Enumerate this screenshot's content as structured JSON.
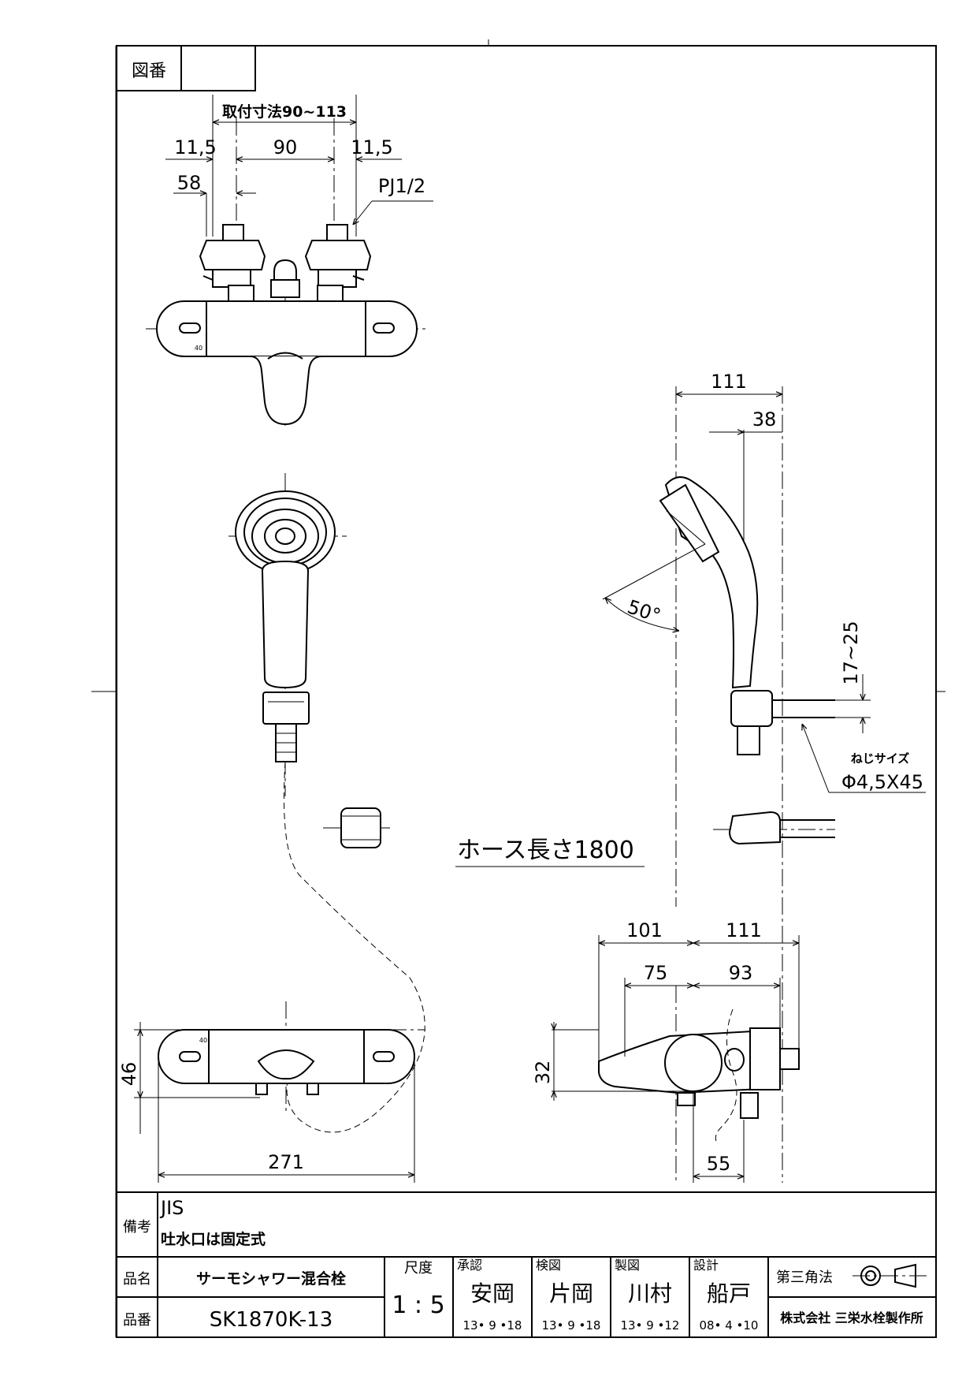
{
  "header": {
    "drawing_no_label": "図番",
    "drawing_no_value": ""
  },
  "dimensions": {
    "mount": "取付寸法90~113",
    "left_offset": "11,5",
    "center": "90",
    "right_offset": "11,5",
    "left_58": "58",
    "pipe": "PJ1/2",
    "side_111": "111",
    "side_38": "38",
    "angle": "50°",
    "wall_17_25": "17~25",
    "screw_label": "ねじサイズ",
    "screw_size": "Φ4,5X45",
    "hose_length": "ホース長さ1800",
    "bottom_101": "101",
    "bottom_111": "111",
    "bottom_75": "75",
    "bottom_93": "93",
    "height_46": "46",
    "height_32": "32",
    "width_271": "271",
    "depth_55": "55",
    "dial_40a": "40",
    "dial_40b": "40"
  },
  "title_block": {
    "remarks_label": "備考",
    "remark_1": "JIS",
    "remark_2": "吐水口は固定式",
    "product_name_label": "品名",
    "product_name": "サーモシャワー混合栓",
    "product_no_label": "品番",
    "product_no": "SK1870K-13",
    "scale_label": "尺度",
    "scale": "1 : 5",
    "approved_label": "承認",
    "approved_name": "安岡",
    "approved_date": "13• 9 •18",
    "checked_label": "検図",
    "checked_name": "片岡",
    "checked_date": "13• 9 •18",
    "drawn_label": "製図",
    "drawn_name": "川村",
    "drawn_date": "13• 9 •12",
    "design_label": "設計",
    "design_name": "船戸",
    "design_date": "08• 4 •10",
    "projection": "第三角法",
    "company": "株式会社 三栄水栓製作所"
  }
}
